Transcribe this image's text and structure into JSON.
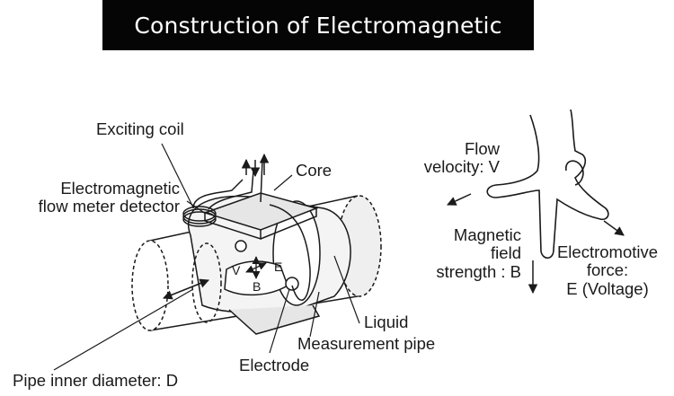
{
  "header": {
    "title": "Construction of Electromagnetic"
  },
  "labels": {
    "exciting_coil": "Exciting coil",
    "detector_line1": "Electromagnetic",
    "detector_line2": "flow meter detector",
    "core": "Core",
    "liquid": "Liquid",
    "measurement_pipe": "Measurement pipe",
    "electrode": "Electrode",
    "pipe_inner_diameter": "Pipe inner diameter: D",
    "vector_v": "V",
    "vector_e": "E",
    "vector_b": "B"
  },
  "hand_rule": {
    "flow_line1": "Flow",
    "flow_line2": "velocity: V",
    "field_line1": "Magnetic",
    "field_line2": "field",
    "field_line3": "strength : B",
    "emf_line1": "Electromotive",
    "emf_line2": "force:",
    "emf_line3": "E (Voltage)"
  },
  "colors": {
    "title_bg": "#050505",
    "title_fg": "#ffffff",
    "ink": "#1a1a1a",
    "shade": "#e6e6e6"
  }
}
